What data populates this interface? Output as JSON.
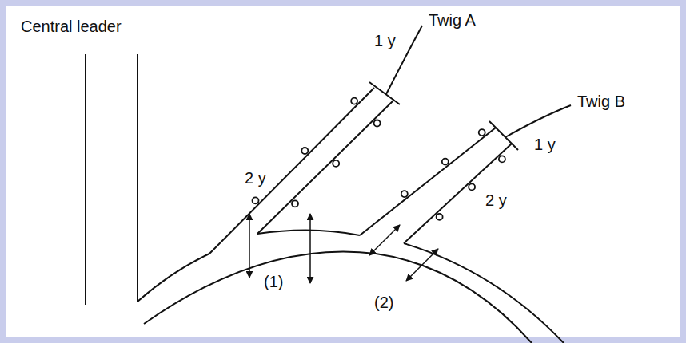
{
  "diagram": {
    "labels": [
      "Central leader",
      "Twig A",
      "1 y",
      "2 y",
      "(1)",
      "Twig B",
      "1 y",
      "2 y",
      "(2)"
    ]
  }
}
